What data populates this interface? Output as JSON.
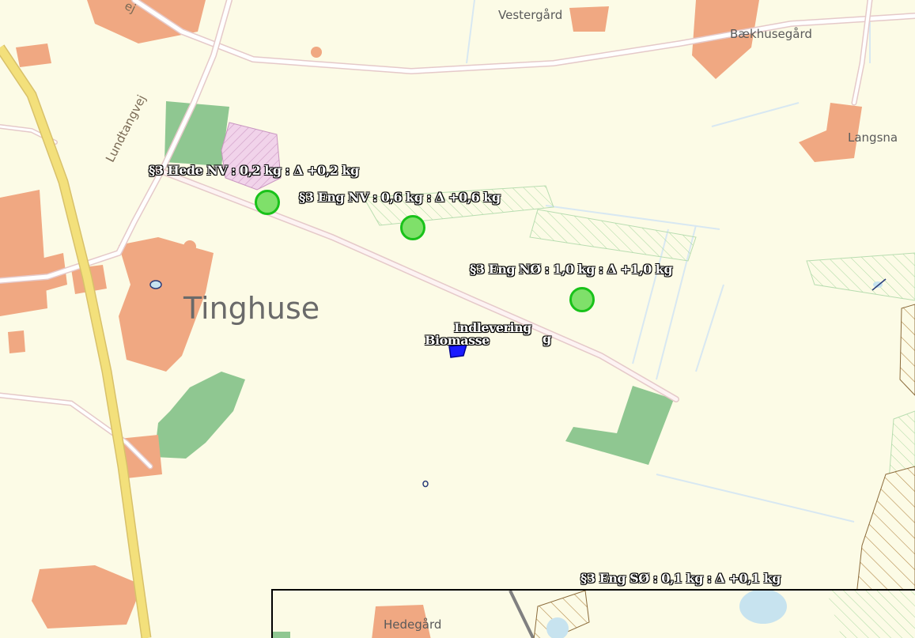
{
  "map": {
    "place_labels": {
      "vestergaard": "Vestergård",
      "baekhusegaard": "Bækhusegård",
      "langsna": "Langsna",
      "tinghuse": "Tinghuse",
      "hedegaard": "Hedegård"
    },
    "road_labels": {
      "lundtangvej": "Lundtangvej",
      "top_left_fragment": "ej"
    },
    "overlay_labels": {
      "hede_nv": "§3 Hede NV : 0,2 kg : Δ +0,2 kg",
      "eng_nv": "§3 Eng NV : 0,6 kg : Δ +0,6 kg",
      "eng_no": "§3 Eng NØ : 1,0 kg : Δ +1,0 kg",
      "eng_so": "§3 Eng SØ : 0,1 kg : Δ +0,1 kg",
      "indlevering": "Indlevering",
      "biomasse": "Biomasse",
      "biomasse_suffix": "g"
    },
    "markers": [
      {
        "id": "hede_nv",
        "icon": "green-circle-marker-icon"
      },
      {
        "id": "eng_nv",
        "icon": "green-circle-marker-icon"
      },
      {
        "id": "eng_no",
        "icon": "green-circle-marker-icon"
      }
    ],
    "colors": {
      "background": "#fcfbe6",
      "road_fill": "#ffffff",
      "road_casing": "#e5c9c9",
      "main_road": "#f3e07b",
      "building": "#f0a882",
      "forest": "#8fc791",
      "heath": "#eccbe5",
      "marker_fill": "#7fe06a",
      "marker_border": "#19c21a",
      "water": "#c7e3ef",
      "biomass_polygon": "#1a1aff"
    }
  }
}
